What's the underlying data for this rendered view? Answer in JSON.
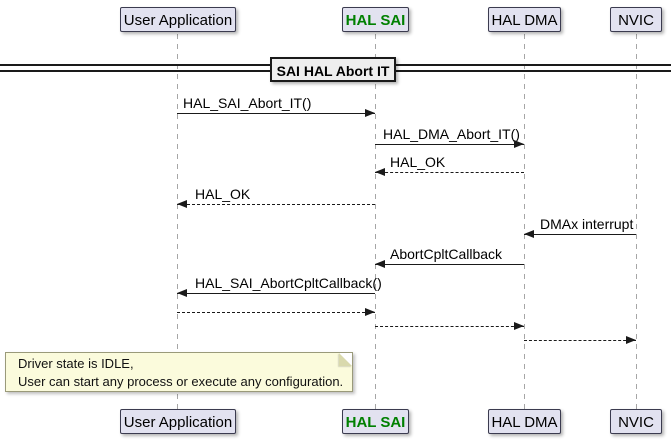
{
  "diagram": {
    "type": "uml-sequence",
    "title": "SAI HAL Abort IT"
  },
  "participants": [
    {
      "name": "User Application",
      "highlight": false
    },
    {
      "name": "HAL SAI",
      "highlight": true
    },
    {
      "name": "HAL DMA",
      "highlight": false
    },
    {
      "name": "NVIC",
      "highlight": false
    }
  ],
  "messages": [
    {
      "label": "HAL_SAI_Abort_IT()",
      "from": "User Application",
      "to": "HAL SAI",
      "line": "solid"
    },
    {
      "label": "HAL_DMA_Abort_IT()",
      "from": "HAL SAI",
      "to": "HAL DMA",
      "line": "solid"
    },
    {
      "label": "HAL_OK",
      "from": "HAL DMA",
      "to": "HAL SAI",
      "line": "dashed"
    },
    {
      "label": "HAL_OK",
      "from": "HAL SAI",
      "to": "User Application",
      "line": "dashed"
    },
    {
      "label": "DMAx interrupt",
      "from": "NVIC",
      "to": "HAL DMA",
      "line": "solid"
    },
    {
      "label": "AbortCpltCallback",
      "from": "HAL DMA",
      "to": "HAL SAI",
      "line": "solid"
    },
    {
      "label": "HAL_SAI_AbortCpltCallback()",
      "from": "HAL SAI",
      "to": "User Application",
      "line": "solid"
    },
    {
      "label": "",
      "from": "User Application",
      "to": "HAL SAI",
      "line": "dashed"
    },
    {
      "label": "",
      "from": "HAL SAI",
      "to": "HAL DMA",
      "line": "dashed"
    },
    {
      "label": "",
      "from": "HAL DMA",
      "to": "NVIC",
      "line": "dashed"
    }
  ],
  "note": {
    "line1": "Driver state is IDLE,",
    "line2": "User can start any process or execute any configuration."
  },
  "colors": {
    "participant_fill": "#E2E2F0",
    "participant_border": "#3b3b4f",
    "highlight_text": "#008000",
    "title_fill": "#EEEEEE",
    "note_fill": "#FBFBDC",
    "note_border": "#9a9a7a",
    "message_line": "#1a1a1a",
    "lifeline": "#A6A6A6"
  }
}
